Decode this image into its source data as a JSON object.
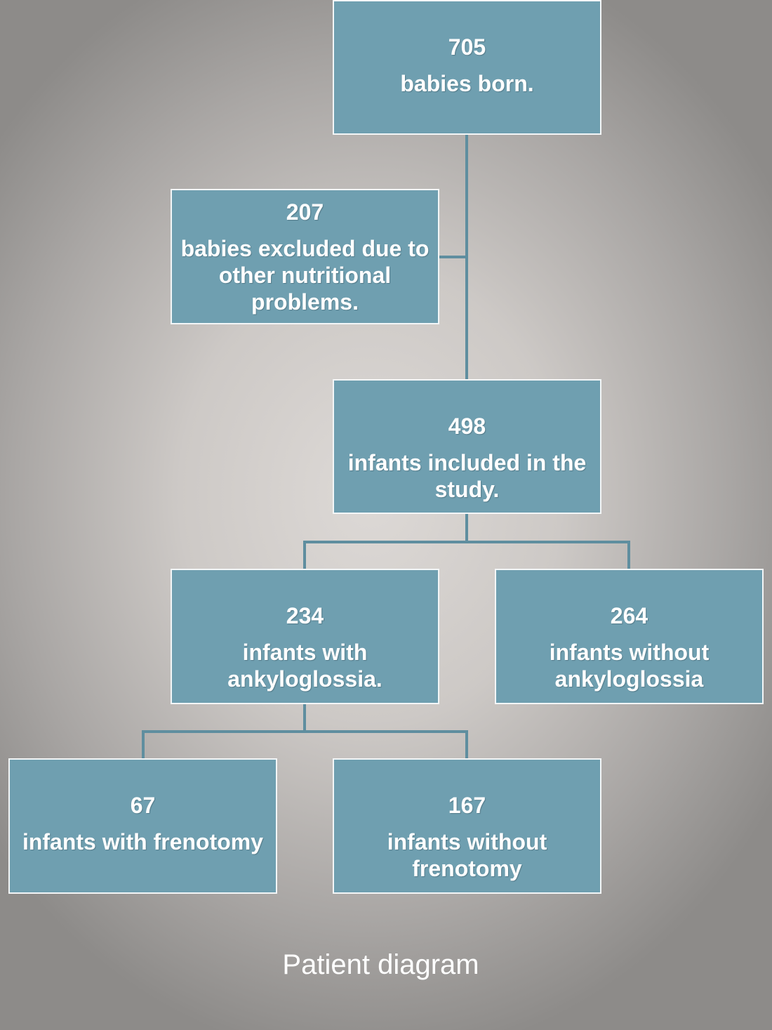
{
  "colors": {
    "box_fill": "#6f9fb0",
    "box_border": "#f3f6f7",
    "connector": "#5f8e9f",
    "text": "#ffffff"
  },
  "nodes": {
    "born": {
      "count": "705",
      "label": "babies born."
    },
    "excluded": {
      "count": "207",
      "label": "babies excluded due to other nutritional problems."
    },
    "included": {
      "count": "498",
      "label": "infants included in the study."
    },
    "with_ankyloglossia": {
      "count": "234",
      "label": "infants with ankyloglossia."
    },
    "without_ankyloglossia": {
      "count": "264",
      "label": "infants without ankyloglossia"
    },
    "with_frenotomy": {
      "count": "67",
      "label": "infants with frenotomy"
    },
    "without_frenotomy": {
      "count": "167",
      "label": "infants without frenotomy"
    }
  },
  "caption": "Patient diagram"
}
